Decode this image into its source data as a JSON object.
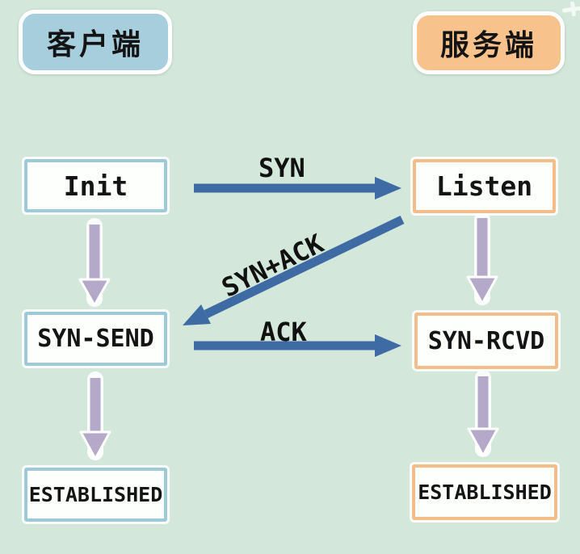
{
  "diagram": {
    "title_semantic": "TCP three-way handshake state diagram",
    "headers": {
      "client": {
        "label": "客户端"
      },
      "server": {
        "label": "服务端"
      }
    },
    "client_states": {
      "init": "Init",
      "syn_send": "SYN-SEND",
      "established": "ESTABLISHED"
    },
    "server_states": {
      "listen": "Listen",
      "syn_rcvd": "SYN-RCVD",
      "established": "ESTABLISHED"
    },
    "messages": {
      "syn": "SYN",
      "syn_ack": "SYN+ACK",
      "ack": "ACK"
    },
    "colors": {
      "background": "#d3e7da",
      "client_header_fill": "#a6cedd",
      "server_header_fill": "#f8c28d",
      "client_box_border": "#9ec9d8",
      "server_box_border": "#f2bd8a",
      "message_arrow": "#3e6ba3",
      "transition_arrow": "#b4a9c8",
      "text": "#141414"
    }
  }
}
